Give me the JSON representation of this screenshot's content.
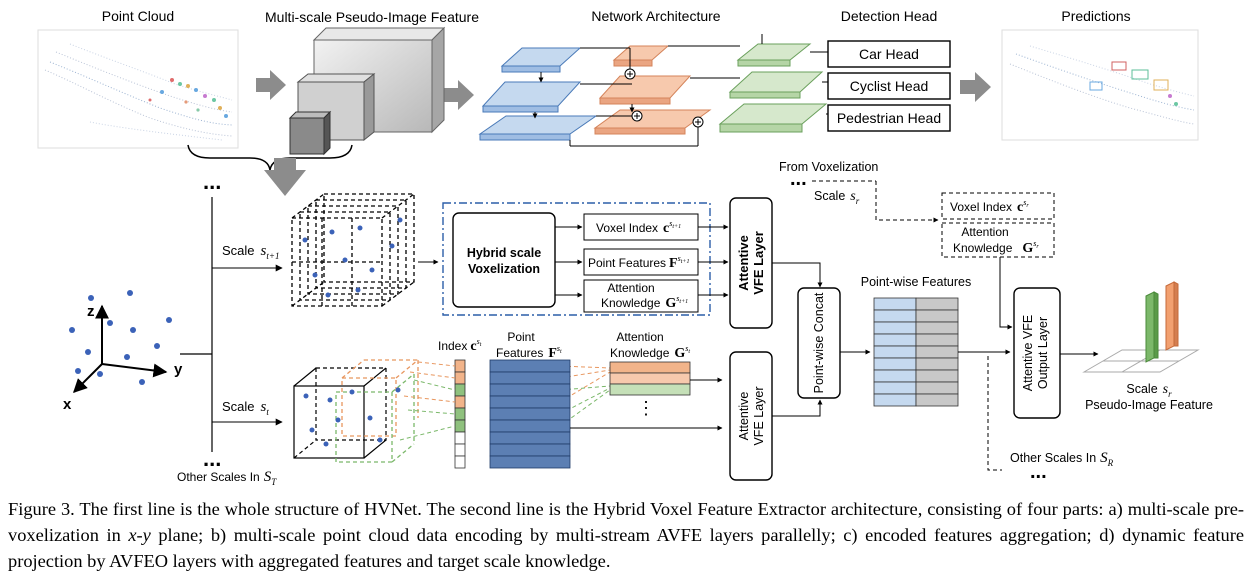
{
  "titles": {
    "point_cloud": "Point Cloud",
    "pseudo_image": "Multi-scale Pseudo-Image Feature",
    "network": "Network Architecture",
    "detection_head": "Detection Head",
    "predictions": "Predictions"
  },
  "heads": [
    "Car Head",
    "Cyclist Head",
    "Pedestrian Head"
  ],
  "ellipsis": "...",
  "axes": {
    "z": "z",
    "y": "y",
    "x": "x"
  },
  "scales": {
    "scale_label": "Scale",
    "upper_sym": "s",
    "upper_sub": "t+1",
    "lower_sym": "s",
    "lower_sub": "t",
    "other_scales_in": "Other Scales In",
    "set_T": "S",
    "set_T_sub": "T"
  },
  "hybrid": {
    "line1": "Hybrid scale",
    "line2": "Voxelization"
  },
  "upper_outputs": {
    "voxel_index": "Voxel Index",
    "point_features": "Point Features",
    "attention_1": "Attention",
    "attention_2": "Knowledge",
    "c": "c",
    "F": "F",
    "G": "G",
    "sup": "s",
    "sup_sub": "t+1"
  },
  "avfe": {
    "line1": "Attentive",
    "line2": "VFE Layer"
  },
  "lower_labels": {
    "index": "Index",
    "point_1": "Point",
    "point_2": "Features",
    "attention_1": "Attention",
    "attention_2": "Knowledge",
    "c": "c",
    "F": "F",
    "G": "G",
    "sup": "s",
    "sup_sub": "t",
    "vdots": "⋮"
  },
  "concat": "Point-wise Concat",
  "pointwise_features": "Point-wise Features",
  "from_voxelization": "From  Voxelization",
  "scale_r": {
    "label": "Scale",
    "sym": "s",
    "sub": "r"
  },
  "target_outputs": {
    "voxel_index": "Voxel Index",
    "attention_1": "Attention",
    "attention_2": "Knowledge",
    "c": "c",
    "G": "G",
    "sup": "s",
    "sup_sub": "r"
  },
  "output_layer": {
    "line1": "Attentive VFE",
    "line2": "Output Layer"
  },
  "final": {
    "scale": "Scale",
    "sym": "s",
    "sub": "r",
    "line2": "Pseudo-Image Feature"
  },
  "other_scales_R": {
    "text": "Other Scales In",
    "set": "S",
    "sub": "R"
  },
  "caption": {
    "label": "Figure 3.",
    "p1": " The first line is the whole structure of HVNet. The second line is the Hybrid Voxel Feature Extractor architecture, consisting of four parts: a) multi-scale pre-voxelization in ",
    "xy": "x-y",
    "p2": " plane; b) multi-scale point cloud data encoding by multi-stream AVFE layers parallelly; c) encoded features aggregation; d) dynamic feature projection by AVFEO layers with aggregated features and target scale knowledge."
  },
  "colors": {
    "blue_fill": "#c5d9ef",
    "blue_stroke": "#4a7ab8",
    "salmon_fill": "#f7c9ad",
    "salmon_stroke": "#d4835a",
    "green_fill": "#d6e8cc",
    "green_stroke": "#6aa05c",
    "point_feature": "#5c7fb3",
    "orange_cell": "#f2b48a",
    "green_cell": "#8fc17e",
    "dot_blue": "#3b62b8",
    "dashed_frame": "#2c5ea8"
  }
}
